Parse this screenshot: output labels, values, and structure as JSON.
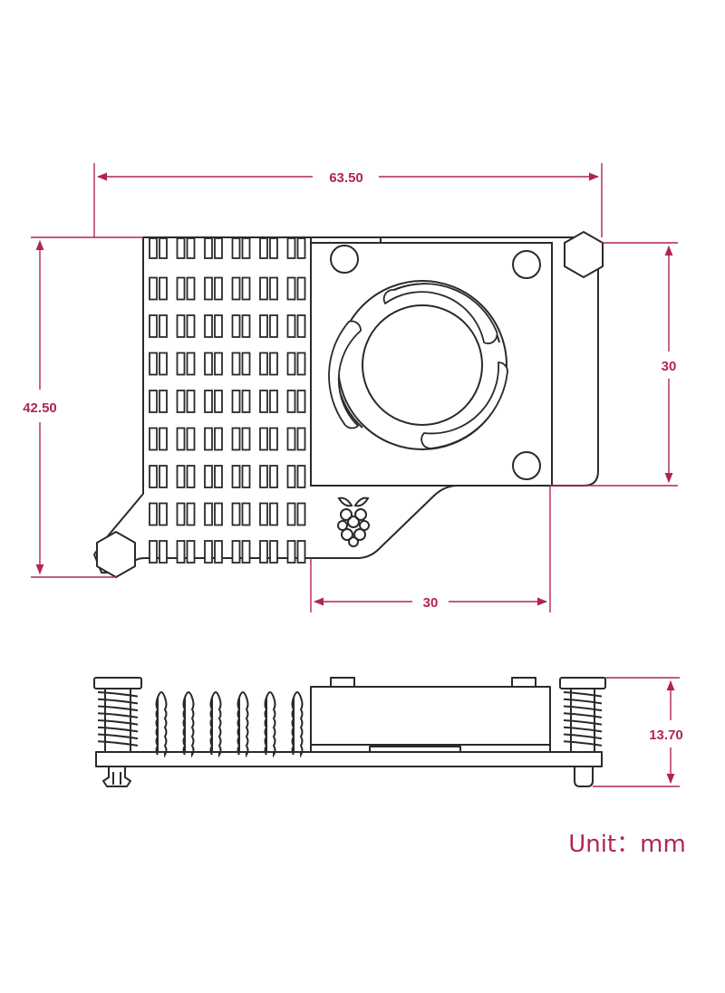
{
  "colors": {
    "dimension": "#b0264f",
    "line": "#2a2a2a"
  },
  "dimensions": {
    "total_width": "63.50",
    "total_height": "42.50",
    "fan_height": "30",
    "fan_width": "30",
    "side_height": "13.70"
  },
  "unit_label": "Unit：mm",
  "icons": [
    "raspberry-pi-logo-icon",
    "fan-icon",
    "hex-nut-icon",
    "spring-icon",
    "push-pin-icon"
  ]
}
